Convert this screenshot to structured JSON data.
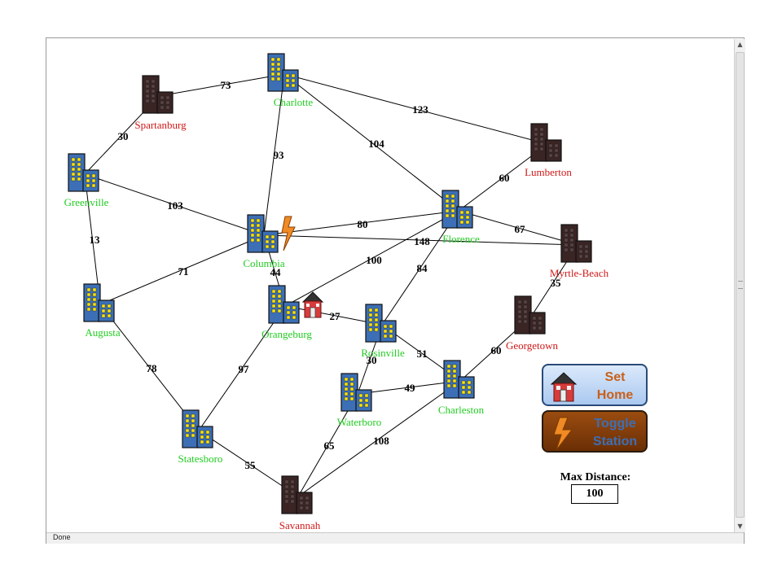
{
  "status_bar": {
    "text": "Done"
  },
  "colors": {
    "city_active": "#22cc22",
    "city_inactive": "#d01818",
    "building_active": "#3c6fb5",
    "building_inactive": "#3a2424",
    "window_active": "#ffe400"
  },
  "cities": [
    {
      "id": "charlotte",
      "name": "Charlotte",
      "active": true
    },
    {
      "id": "spartanburg",
      "name": "Spartanburg",
      "active": false
    },
    {
      "id": "greenville",
      "name": "Greenville",
      "active": true
    },
    {
      "id": "lumberton",
      "name": "Lumberton",
      "active": false
    },
    {
      "id": "florence",
      "name": "Florence",
      "active": true
    },
    {
      "id": "columbia",
      "name": "Columbia",
      "active": true
    },
    {
      "id": "myrtle-beach",
      "name": "Myrtle-Beach",
      "active": false
    },
    {
      "id": "augusta",
      "name": "Augusta",
      "active": true
    },
    {
      "id": "orangeburg",
      "name": "Orangeburg",
      "active": true
    },
    {
      "id": "georgetown",
      "name": "Georgetown",
      "active": false
    },
    {
      "id": "rosinville",
      "name": "Rosinville",
      "active": true
    },
    {
      "id": "charleston",
      "name": "Charleston",
      "active": true
    },
    {
      "id": "waterboro",
      "name": "Waterboro",
      "active": true
    },
    {
      "id": "statesboro",
      "name": "Statesboro",
      "active": true
    },
    {
      "id": "savannah",
      "name": "Savannah",
      "active": false
    }
  ],
  "roads": [
    {
      "from": "spartanburg",
      "to": "charlotte",
      "distance": "73"
    },
    {
      "from": "charlotte",
      "to": "lumberton",
      "distance": "123"
    },
    {
      "from": "charlotte",
      "to": "florence",
      "distance": "104"
    },
    {
      "from": "charlotte",
      "to": "columbia",
      "distance": "93"
    },
    {
      "from": "spartanburg",
      "to": "greenville",
      "distance": "30"
    },
    {
      "from": "greenville",
      "to": "columbia",
      "distance": "103"
    },
    {
      "from": "greenville",
      "to": "augusta",
      "distance": "13"
    },
    {
      "from": "lumberton",
      "to": "florence",
      "distance": "60"
    },
    {
      "from": "columbia",
      "to": "florence",
      "distance": "80"
    },
    {
      "from": "florence",
      "to": "myrtle-beach",
      "distance": "67"
    },
    {
      "from": "columbia",
      "to": "myrtle-beach",
      "distance": "148"
    },
    {
      "from": "augusta",
      "to": "columbia",
      "distance": "71"
    },
    {
      "from": "columbia",
      "to": "orangeburg",
      "distance": "44"
    },
    {
      "from": "florence",
      "to": "orangeburg",
      "distance": "100"
    },
    {
      "from": "florence",
      "to": "rosinville",
      "distance": "84"
    },
    {
      "from": "myrtle-beach",
      "to": "georgetown",
      "distance": "35"
    },
    {
      "from": "orangeburg",
      "to": "rosinville",
      "distance": "27"
    },
    {
      "from": "augusta",
      "to": "statesboro",
      "distance": "78"
    },
    {
      "from": "orangeburg",
      "to": "statesboro",
      "distance": "97"
    },
    {
      "from": "rosinville",
      "to": "waterboro",
      "distance": "30"
    },
    {
      "from": "rosinville",
      "to": "charleston",
      "distance": "51"
    },
    {
      "from": "georgetown",
      "to": "charleston",
      "distance": "60"
    },
    {
      "from": "waterboro",
      "to": "charleston",
      "distance": "49"
    },
    {
      "from": "statesboro",
      "to": "savannah",
      "distance": "55"
    },
    {
      "from": "waterboro",
      "to": "savannah",
      "distance": "65"
    },
    {
      "from": "charleston",
      "to": "savannah",
      "distance": "108"
    }
  ],
  "home_city": "orangeburg",
  "station_city": "columbia",
  "buttons": {
    "set_home_label": "Set Home",
    "toggle_station_label": "Toggle Station"
  },
  "max_distance": {
    "label": "Max Distance:",
    "value": "100"
  }
}
